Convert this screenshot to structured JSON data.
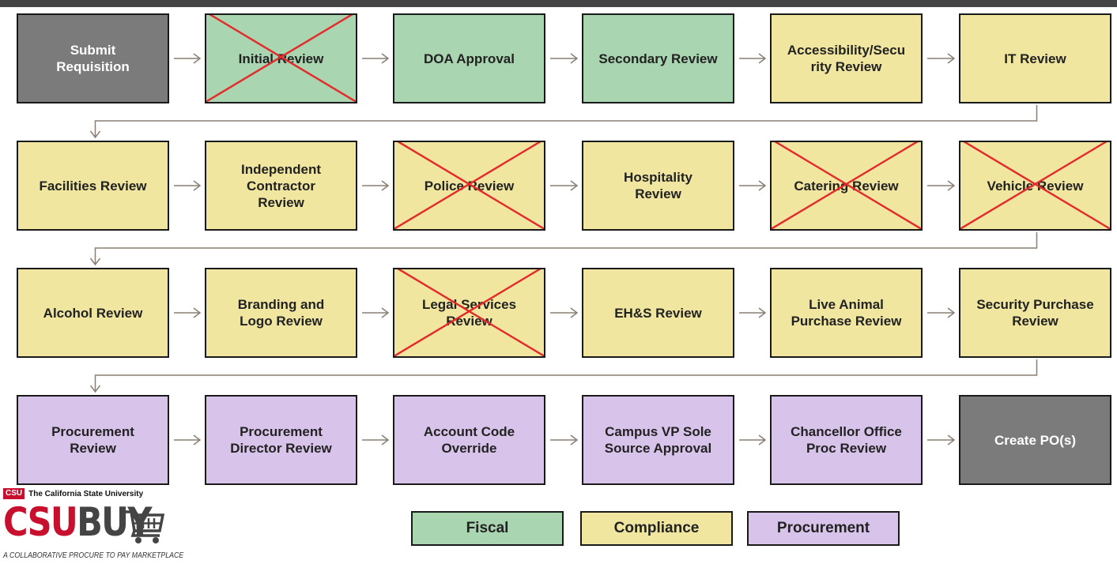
{
  "rows": [
    [
      {
        "label": "Submit\nRequisition",
        "category": "gray",
        "crossed": false
      },
      {
        "label": "Initial Review",
        "category": "fiscal",
        "crossed": true
      },
      {
        "label": "DOA Approval",
        "category": "fiscal",
        "crossed": false
      },
      {
        "label": "Secondary Review",
        "category": "fiscal",
        "crossed": false
      },
      {
        "label": "Accessibility/Secu\nrity Review",
        "category": "compliance",
        "crossed": false
      },
      {
        "label": "IT Review",
        "category": "compliance",
        "crossed": false
      }
    ],
    [
      {
        "label": "Facilities Review",
        "category": "compliance",
        "crossed": false
      },
      {
        "label": "Independent\nContractor\nReview",
        "category": "compliance",
        "crossed": false
      },
      {
        "label": "Police Review",
        "category": "compliance",
        "crossed": true
      },
      {
        "label": "Hospitality\nReview",
        "category": "compliance",
        "crossed": false
      },
      {
        "label": "Catering Review",
        "category": "compliance",
        "crossed": true
      },
      {
        "label": "Vehicle Review",
        "category": "compliance",
        "crossed": true
      }
    ],
    [
      {
        "label": "Alcohol Review",
        "category": "compliance",
        "crossed": false
      },
      {
        "label": "Branding and\nLogo Review",
        "category": "compliance",
        "crossed": false
      },
      {
        "label": "Legal Services\nReview",
        "category": "compliance",
        "crossed": true
      },
      {
        "label": "EH&S Review",
        "category": "compliance",
        "crossed": false
      },
      {
        "label": "Live Animal\nPurchase Review",
        "category": "compliance",
        "crossed": false
      },
      {
        "label": "Security Purchase\nReview",
        "category": "compliance",
        "crossed": false
      }
    ],
    [
      {
        "label": "Procurement\nReview",
        "category": "procurement",
        "crossed": false
      },
      {
        "label": "Procurement\nDirector Review",
        "category": "procurement",
        "crossed": false
      },
      {
        "label": "Account Code\nOverride",
        "category": "procurement",
        "crossed": false
      },
      {
        "label": "Campus VP Sole\nSource Approval",
        "category": "procurement",
        "crossed": false
      },
      {
        "label": "Chancellor Office\nProc Review",
        "category": "procurement",
        "crossed": false
      },
      {
        "label": "Create PO(s)",
        "category": "gray",
        "crossed": false
      }
    ]
  ],
  "legend": [
    {
      "label": "Fiscal",
      "category": "fiscal"
    },
    {
      "label": "Compliance",
      "category": "compliance"
    },
    {
      "label": "Procurement",
      "category": "procurement"
    }
  ],
  "colors": {
    "fiscal": "#a9d5b0",
    "compliance": "#f0e6a0",
    "procurement": "#d8c3ea",
    "gray": "#7b7b7b",
    "cross": "#e32b2b",
    "connector": "#8a7f74"
  },
  "logo": {
    "org_mark": "CSU",
    "org_name": "The California State University",
    "word_csu": "CSU",
    "word_buy": "BUY",
    "tagline": "A COLLABORATIVE PROCURE TO PAY MARKETPLACE"
  }
}
